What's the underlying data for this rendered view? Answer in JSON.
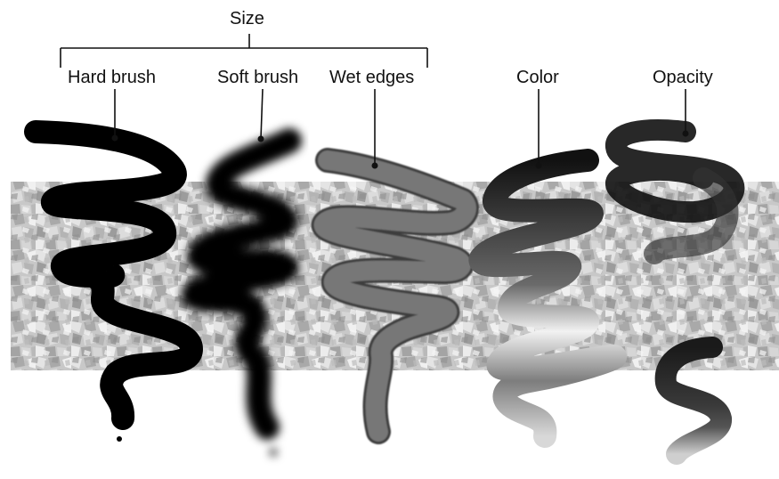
{
  "labels": {
    "size": "Size",
    "hard_brush": "Hard brush",
    "soft_brush": "Soft brush",
    "wet_edges": "Wet edges",
    "color": "Color",
    "opacity": "Opacity"
  },
  "colors": {
    "ink": "#000000",
    "texture_base": "#c9c9c9",
    "wet_stroke": "#6b6b6b"
  }
}
